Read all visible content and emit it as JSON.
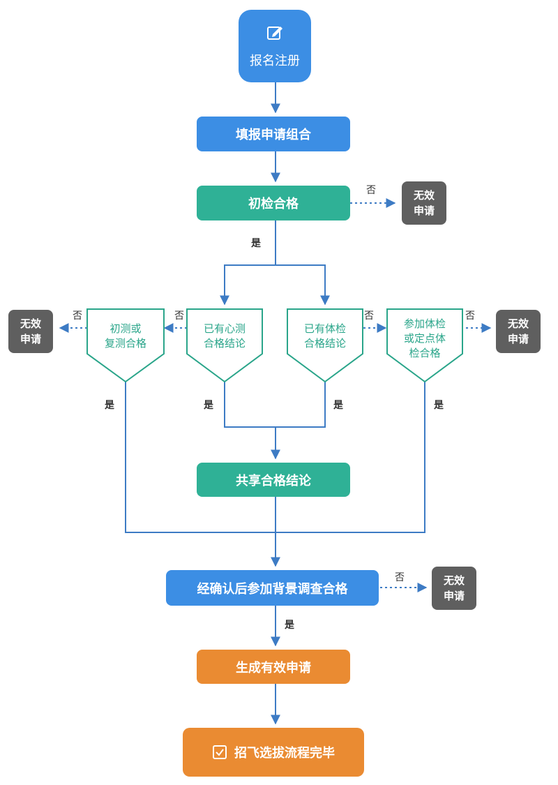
{
  "start": {
    "label": "报名注册",
    "icon": "edit-icon"
  },
  "step_fill": "填报申请组合",
  "step_initial": "初检合格",
  "invalid_label_line1": "无效",
  "invalid_label_line2": "申请",
  "yes": "是",
  "no": "否",
  "pentagons": {
    "retest": [
      "初测或",
      "复测合格"
    ],
    "psych": [
      "已有心测",
      "合格结论"
    ],
    "physical": [
      "已有体检",
      "合格结论"
    ],
    "join_exam": [
      "参加体检",
      "或定点体",
      "检合格"
    ]
  },
  "step_share": "共享合格结论",
  "step_background": "经确认后参加背景调查合格",
  "step_valid": "生成有效申请",
  "end": {
    "label": "招飞选拔流程完毕",
    "icon": "checkbox-icon"
  },
  "colors": {
    "blue": "#3c8ee4",
    "teal": "#2fb196",
    "orange": "#ea8b32",
    "gray": "#5f5f5f",
    "line": "#3d7bc4"
  }
}
